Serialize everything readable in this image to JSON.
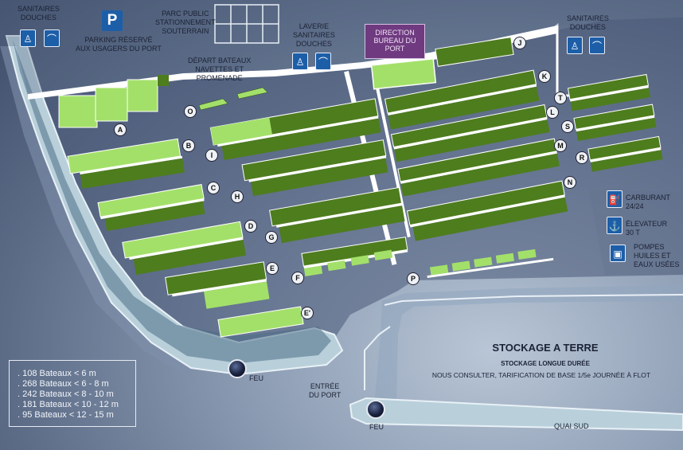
{
  "labels": {
    "sanitaires_left": [
      "SANITAIRES",
      "DOUCHES"
    ],
    "parking": [
      "PARKING RÉSERVÉ",
      "AUX USAGERS DU PORT"
    ],
    "parc_public": [
      "PARC PUBLIC",
      "STATIONNEMENT",
      "SOUTERRAIN"
    ],
    "depart_bateaux": [
      "DÉPART BATEAUX",
      "NAVETTES ET",
      "PROMENADE"
    ],
    "laverie": [
      "LAVERIE",
      "SANITAIRES",
      "DOUCHES"
    ],
    "direction": [
      "DIRECTION",
      "BUREAU DU",
      "PORT"
    ],
    "sanitaires_right": [
      "SANITAIRES",
      "DOUCHES"
    ],
    "carburant": [
      "CARBURANT",
      "24/24"
    ],
    "elevateur": [
      "ÉLEVATEUR",
      "30 T"
    ],
    "pompes": [
      "POMPES",
      "HUILES ET",
      "EAUX USÉES"
    ],
    "feu": "FEU",
    "entree": [
      "ENTRÉE",
      "DU PORT"
    ],
    "quai_sud": "QUAI SUD",
    "parking_icon": "P"
  },
  "stockage": {
    "title": "STOCKAGE A TERRE",
    "subtitle": "STOCKAGE LONGUE DURÉE",
    "note": "NOUS CONSULTER, TARIFICATION DE BASE 1/5e JOURNÉE À FLOT"
  },
  "legend": [
    ". 108 Bateaux < 6 m",
    ". 268 Bateaux < 6 - 8 m",
    ". 242 Bateaux < 8 - 10 m",
    ". 181 Bateaux < 10 - 12 m",
    ". 95 Bateaux < 12 - 15 m"
  ],
  "piers": [
    "A",
    "B",
    "C",
    "D",
    "E",
    "E'",
    "F",
    "G",
    "H",
    "I",
    "O",
    "J",
    "K",
    "L",
    "M",
    "N",
    "P",
    "T",
    "S",
    "R"
  ],
  "icons": {
    "sanitaires": "wc-shower-icon",
    "carburant": "fuel-pump-icon",
    "elevateur": "boat-lift-icon",
    "pompes": "jerrycan-icon"
  },
  "colors": {
    "water": "#4d5d7a",
    "land": "#6b7a94",
    "quay": "#ffffff",
    "pontoon_light": "#a3e06a",
    "pontoon_dark": "#4e7d1e",
    "direction": "#6f3a80",
    "service": "#1d5ea8"
  }
}
